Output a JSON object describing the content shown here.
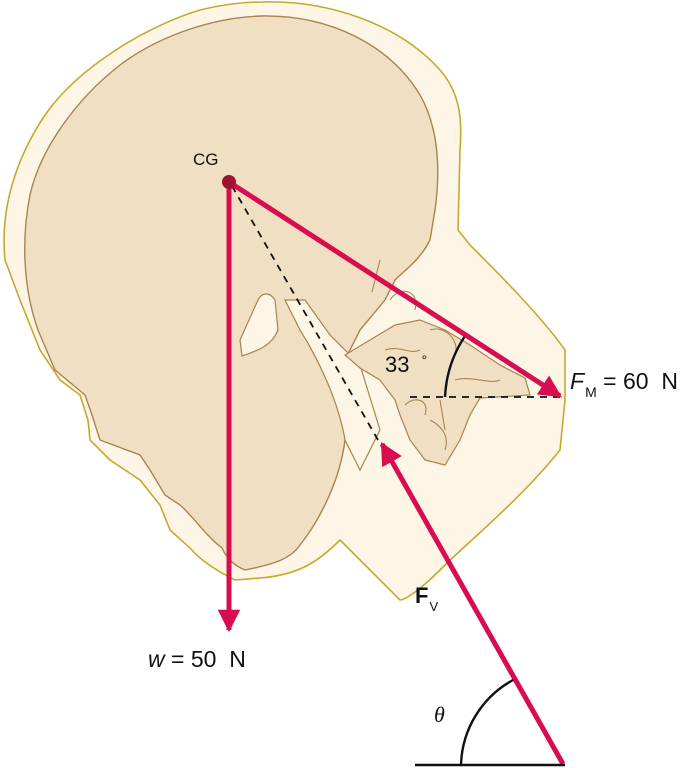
{
  "figure": {
    "description": "Free-body diagram of the human head in profile showing forces about the CG",
    "colors": {
      "background": "#ffffff",
      "skin_fill": "#fdf6e6",
      "skin_outline": "#c9a72c",
      "bone_fill": "#f1dfc3",
      "bone_outline": "#a8844f",
      "force_arrow": "#d80d4f",
      "cg_dot": "#a0112f",
      "construction_lines": "#111111"
    }
  },
  "labels": {
    "cg": "CG",
    "angle_value": "33",
    "angle_degree": "°",
    "fm_symbol": "F",
    "fm_subscript": "M",
    "fm_value": "= 60",
    "fm_unit": "N",
    "w_symbol": "w",
    "w_value": "= 50",
    "w_unit": "N",
    "fv_symbol": "F",
    "fv_subscript": "V",
    "theta": "θ"
  },
  "forces": [
    {
      "name": "weight",
      "symbol": "w",
      "magnitude_N": 50,
      "direction": "down",
      "origin": "CG"
    },
    {
      "name": "muscle force",
      "symbol": "F_M",
      "magnitude_N": 60,
      "angle_below_horizontal_deg": 33,
      "origin": "CG"
    },
    {
      "name": "vertebra force",
      "symbol": "F_V",
      "magnitude_N": null,
      "angle_label": "θ",
      "direction": "up-left toward pivot"
    }
  ]
}
